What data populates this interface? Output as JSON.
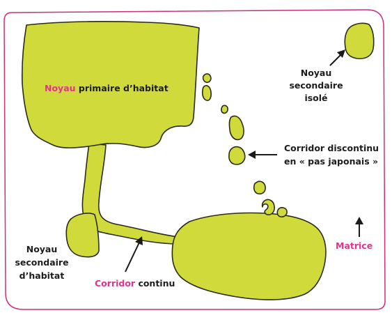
{
  "colors": {
    "habitat": "#d0da3a",
    "frame": "#cc2f7c",
    "accent": "#e4338a",
    "text": "#1d1d1d"
  },
  "labels": {
    "primary_core": {
      "term": "Noyau",
      "rest": "primaire d’habitat"
    },
    "isolated_core": {
      "line1": "Noyau",
      "line2": "secondaire",
      "line3": "isolé"
    },
    "stepping_stones": {
      "line1": "Corridor discontinu",
      "line2": "en « pas japonais »"
    },
    "matrix": "Matrice",
    "secondary_core": {
      "line1": "Noyau",
      "line2": "secondaire",
      "line3": "d’habitat"
    },
    "continuous_corridor": {
      "term": "Corridor",
      "rest": "continu"
    }
  }
}
